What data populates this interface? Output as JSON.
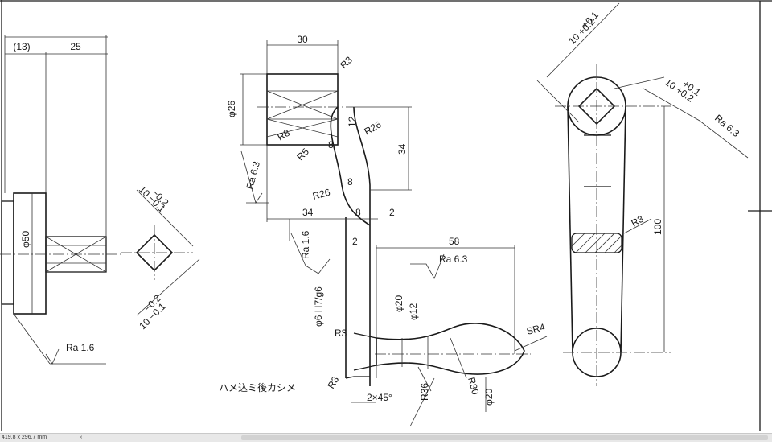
{
  "drawing": {
    "labels": {
      "d13": "(13)",
      "d25": "25",
      "d50": "φ50",
      "ra_left": "Ra 1.6",
      "sq_top": "10 −0.1",
      "sq_top_tol": "−0.2",
      "sq_bot": "10 −0.1",
      "sq_bot_tol": "−0.2",
      "d30": "30",
      "r3_top": "R3",
      "d26": "φ26",
      "r8": "R8",
      "r5": "R5",
      "d8a": "8",
      "d12": "12",
      "r26a": "R26",
      "d34v": "34",
      "ra_mid": "Ra 6.3",
      "r26b": "R26",
      "d8b": "8",
      "d34h": "34",
      "d8c": "8",
      "d2a": "2",
      "ra16_mid": "Ra 1.6",
      "d2b": "2",
      "d58": "58",
      "ra_grip": "Ra 6.3",
      "d20a": "φ20",
      "d12b": "φ12",
      "fit": "φ6 H7/g6",
      "r3_pin": "R3",
      "sr4": "SR4",
      "r3_bot": "R3",
      "note": "ハメ込ミ後カシメ",
      "chamfer": "2×45°",
      "r36": "R36",
      "r30": "R30",
      "d20b": "φ20",
      "right_top": "10 +0.2",
      "right_top_tol": "+0.1",
      "right_mid": "10 +0.2",
      "right_mid_tol": "+0.1",
      "ra_right": "Ra 6.3",
      "r3_right": "R3",
      "d100": "100"
    }
  },
  "statusbar": {
    "page_size": "419.8 x 296.7 mm",
    "nav": "‹"
  }
}
